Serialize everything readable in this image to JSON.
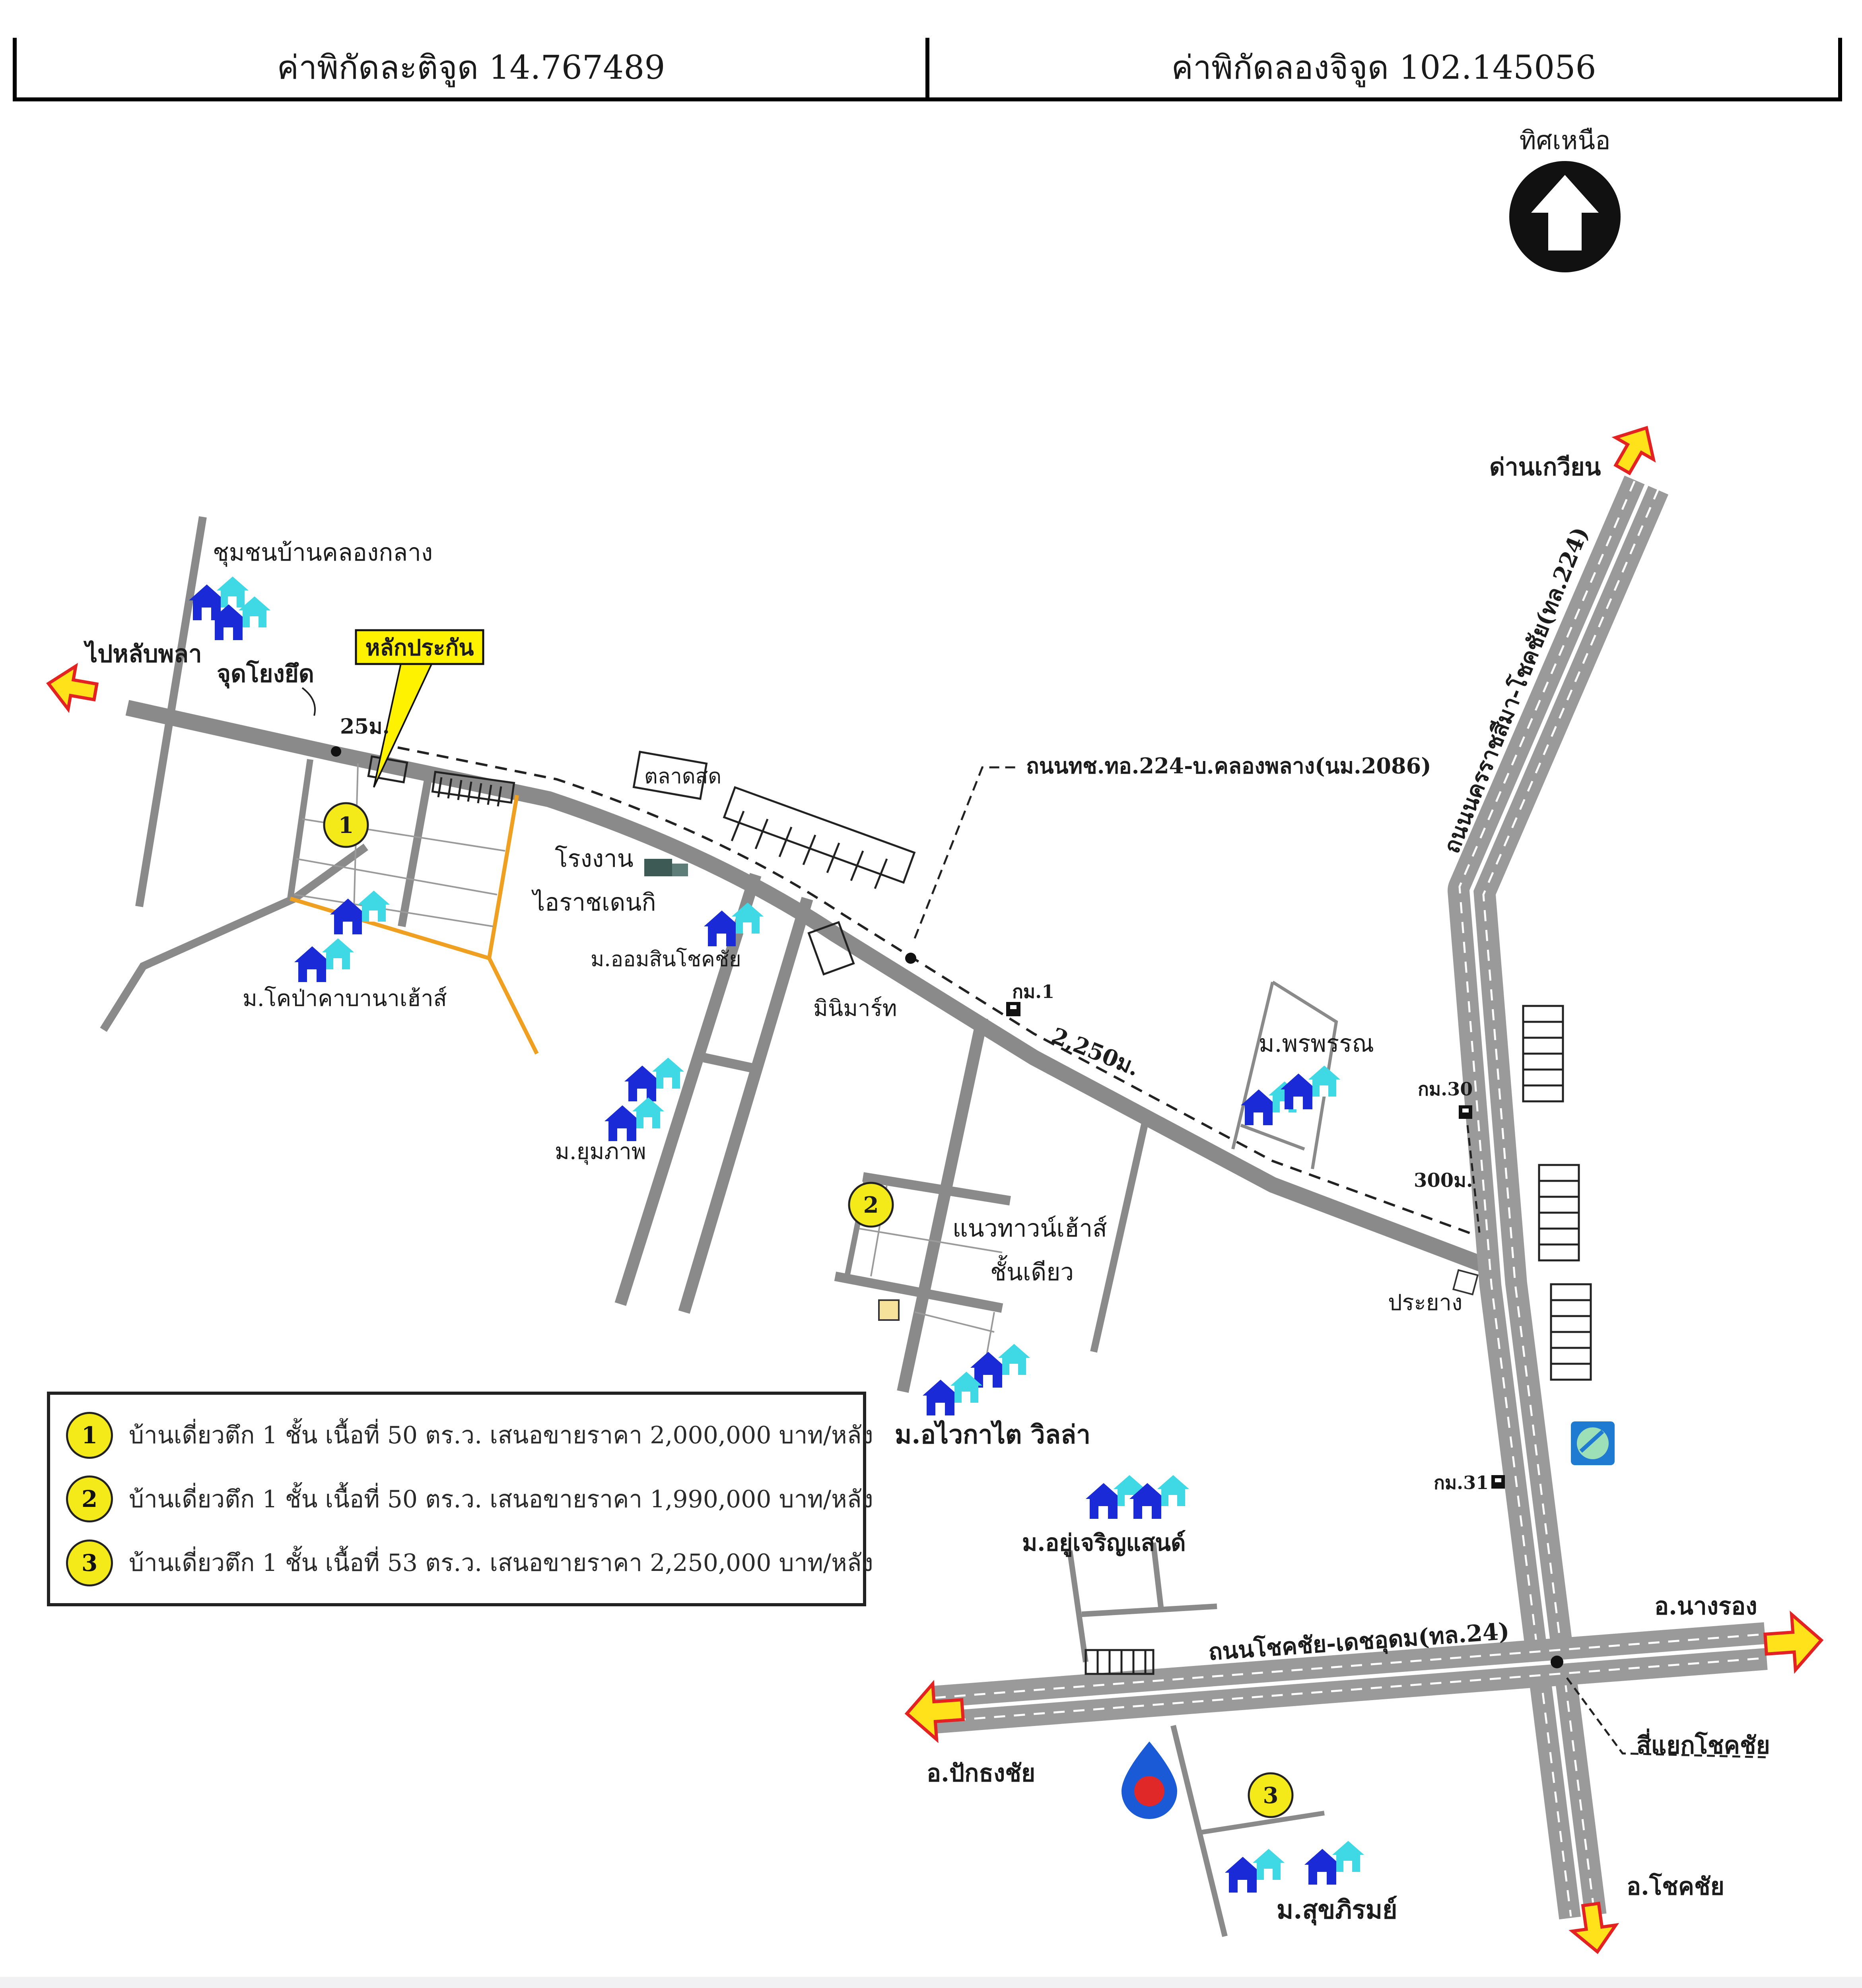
{
  "coordinates": {
    "latitude_label": "ค่าพิกัดละติจูด 14.767489",
    "longitude_label": "ค่าพิกัดลองจิจูด 102.145056"
  },
  "north": {
    "label": "ทิศเหนือ",
    "icon": "north-arrow-icon"
  },
  "markers": {
    "collateral": "หลักประกัน",
    "site_1": "1",
    "site_2": "2",
    "site_3": "3"
  },
  "labels": {
    "community_khlong_klang": "ชุมชนบ้านคลองกลาง",
    "to_nong_bua": "ไปหลับพลา",
    "u_turn_point": "จุดโยงยึด",
    "dist_25m": "25ม.",
    "market": "ตลาดสด",
    "factory_line1": "โรงงาน",
    "factory_line2": "ไอราชเดนกิ",
    "village_orn_sin": "ม.ออมสินโชคชัย",
    "village_pho_pa": "ม.โคป่าคาบานาเฮ้าส์",
    "village_um_phaphang": "ม.ยุมภาพ",
    "mini_mart": "มินิมาร์ท",
    "km1": "กม.1",
    "dist_2250m": "2,250ม.",
    "road_224_2086": "ถนนทช.ทอ.224-บ.คลองพลาง(นม.2086)",
    "village_suphawan": "ม.พรพรรณ",
    "dan_kwian": "ด่านเกวียน",
    "road_224_main": "ถนนนครราชสีมา-โชคชัย(ทล.224)",
    "km30": "กม.30",
    "dist_300m": "300ม.",
    "prayang": "ประยาง",
    "townhouse_line1": "แนวทาวน์เฮ้าส์",
    "townhouse_line2": "ชั้นเดียว",
    "village_ikaokai": "ม.อไวกาไต วิลล่า",
    "km31": "กม.31",
    "village_yu_charoen": "ม.อยู่เจริญแสนด์",
    "road_24": "ถนนโชคชัย-เดชอุดม(ทล.24)",
    "nang_rong": "อ.นางรอง",
    "pak_thong_chai": "อ.ปักธงชัย",
    "chokchai_junction": "สี่แยกโชคชัย",
    "chok_chai": "อ.โชคชัย",
    "village_sukrirom": "ม.สุขภิรมย์"
  },
  "legend": [
    {
      "num": "1",
      "text": "บ้านเดี่ยวตึก 1 ชั้น  เนื้อที่ 50 ตร.ว.  เสนอขายราคา 2,000,000 บาท/หลัง"
    },
    {
      "num": "2",
      "text": "บ้านเดี่ยวตึก 1 ชั้น  เนื้อที่ 50 ตร.ว.  เสนอขายราคา 1,990,000 บาท/หลัง"
    },
    {
      "num": "3",
      "text": "บ้านเดี่ยวตึก 1 ชั้น  เนื้อที่ 53 ตร.ว.  เสนอขายราคา 2,250,000 บาท/หลัง"
    }
  ],
  "colors": {
    "road": "#8a8a8a",
    "highway": "#9a9a9a",
    "arrow_fill": "#ffe21a",
    "arrow_stroke": "#e52222",
    "house_dark": "#1a2ad6",
    "house_light": "#3fd9e6",
    "marker": "#f4ea1a",
    "collateral_box": "#fff200",
    "orange_boundary": "#f0a020"
  }
}
